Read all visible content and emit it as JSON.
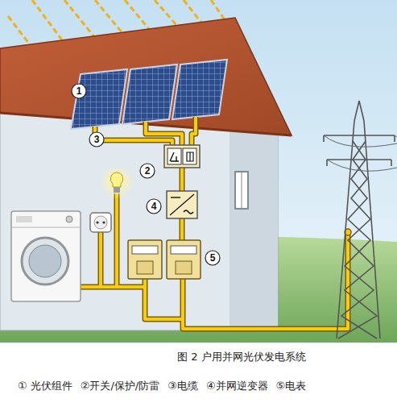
{
  "diagram": {
    "caption": "图 2 户用并网光伏发电系统",
    "labels": [
      "1",
      "3",
      "2",
      "4",
      "5",
      "①  光伏组件",
      "②开关/保护/防雷",
      "③电缆",
      "④并网逆变器",
      "⑤电表"
    ]
  }
}
